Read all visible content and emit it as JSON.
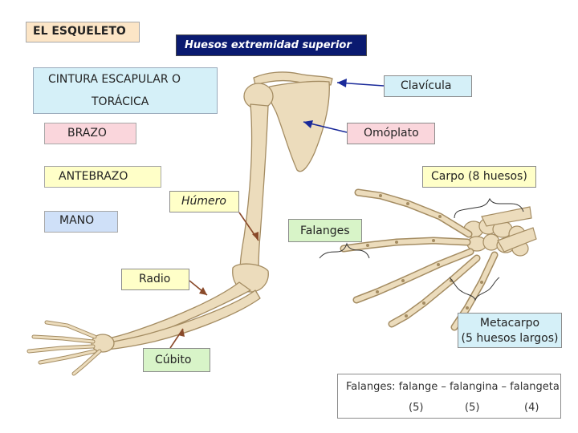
{
  "title": "EL ESQUELETO",
  "subtitle": "Huesos extremidad superior",
  "left_labels": {
    "cintura": [
      "CINTURA ESCAPULAR O",
      "TORÁCICA"
    ],
    "brazo": "BRAZO",
    "antebrazo": "ANTEBRAZO",
    "mano": "MANO"
  },
  "bone_labels": {
    "clavicula": "Clavícula",
    "omoplato": "Omóplato",
    "carpo": "Carpo (8 huesos)",
    "humero": "Húmero",
    "falanges": "Falanges",
    "radio": "Radio",
    "metacarpo": [
      "Metacarpo",
      "(5 huesos largos)"
    ],
    "cubito": "Cúbito"
  },
  "footnote": {
    "line1": "Falanges: falange – falangina – falangeta",
    "counts": [
      "(5)",
      "(5)",
      "(4)"
    ]
  },
  "colors": {
    "title_bg": "#fce5c6",
    "subtitle_bg": "#0a1a70",
    "cyan_box": "#d5f0f8",
    "pink_box": "#fad6dc",
    "yellow_box": "#ffffc8",
    "blue_box": "#cfe0f8",
    "green_box": "#d8f4c8",
    "arrow_blue": "#1a2a9a",
    "arrow_brown": "#8a4a2a",
    "bone": "#ecdcbc",
    "bone_edge": "#a48c62"
  }
}
